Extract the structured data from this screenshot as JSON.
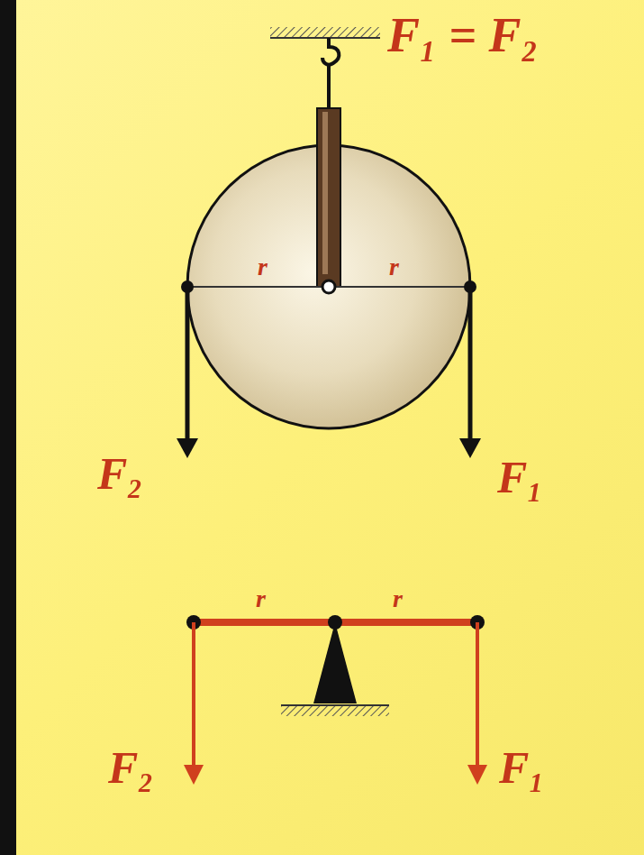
{
  "diagram": {
    "labels": [
      "F₁ = F₂",
      "r",
      "r",
      "F₂",
      "F₁",
      "r",
      "r",
      "F₂",
      "F₁"
    ]
  }
}
